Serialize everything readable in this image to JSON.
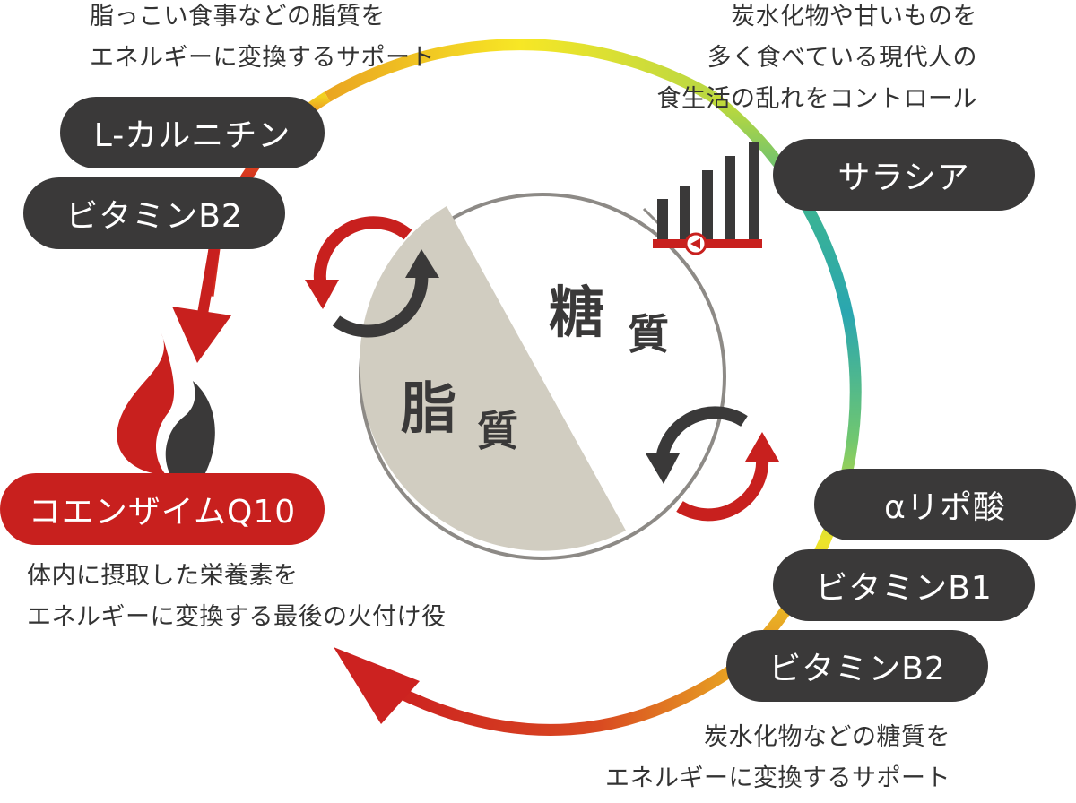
{
  "notes": {
    "fat_support": "脂っこい食事などの脂質を\nエネルギーに変換するサポート",
    "carb_control": "炭水化物や甘いものを\n多く食べている現代人の\n食生活の乱れをコントロール",
    "coq10_role": "体内に摂取した栄養素を\nエネルギーに変換する最後の火付け役",
    "carb_support": "炭水化物などの糖質を\nエネルギーに変換するサポート"
  },
  "pills": {
    "l_carnitine": "L-カルニチン",
    "vitamin_b2_left": "ビタミンB2",
    "coenzyme_q10": "コエンザイムQ10",
    "salacia": "サラシア",
    "alpha_lipoic": "αリポ酸",
    "vitamin_b1": "ビタミンB1",
    "vitamin_b2_right": "ビタミンB2"
  },
  "center": {
    "sugar_main": "糖",
    "sugar_sub": "質",
    "fat_main": "脂",
    "fat_sub": "質"
  },
  "colors": {
    "dark": "#3a3939",
    "red": "#c8201e",
    "fat_fill": "#d1cdc1",
    "ring_stops": [
      "#d32a1f",
      "#e77820",
      "#f5e221",
      "#9fd356",
      "#3ab394",
      "#2aa6b0",
      "#5fc27a",
      "#e8e42a",
      "#e58a22",
      "#cc2220"
    ]
  }
}
